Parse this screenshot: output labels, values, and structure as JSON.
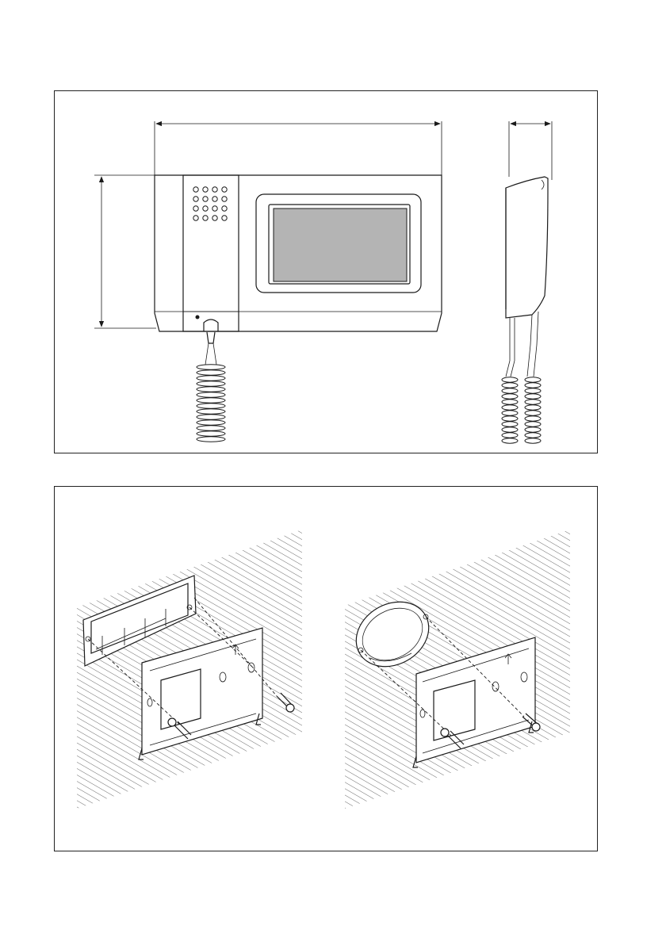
{
  "figure": {
    "top_panel": {
      "front_view": {
        "dimension_arrows": [
          "width-arrow",
          "height-arrow"
        ],
        "speaker_holes": 16,
        "screen_color": "#b4b4b4"
      },
      "side_view": {
        "dimension_arrows": [
          "depth-arrow"
        ]
      }
    },
    "bottom_panel": {
      "left_scene": "rectangular-flush-box-mounting",
      "right_scene": "round-flush-box-mounting",
      "icons": [
        "up-arrow-icon",
        "screw-icon",
        "wall-hatch"
      ]
    }
  }
}
